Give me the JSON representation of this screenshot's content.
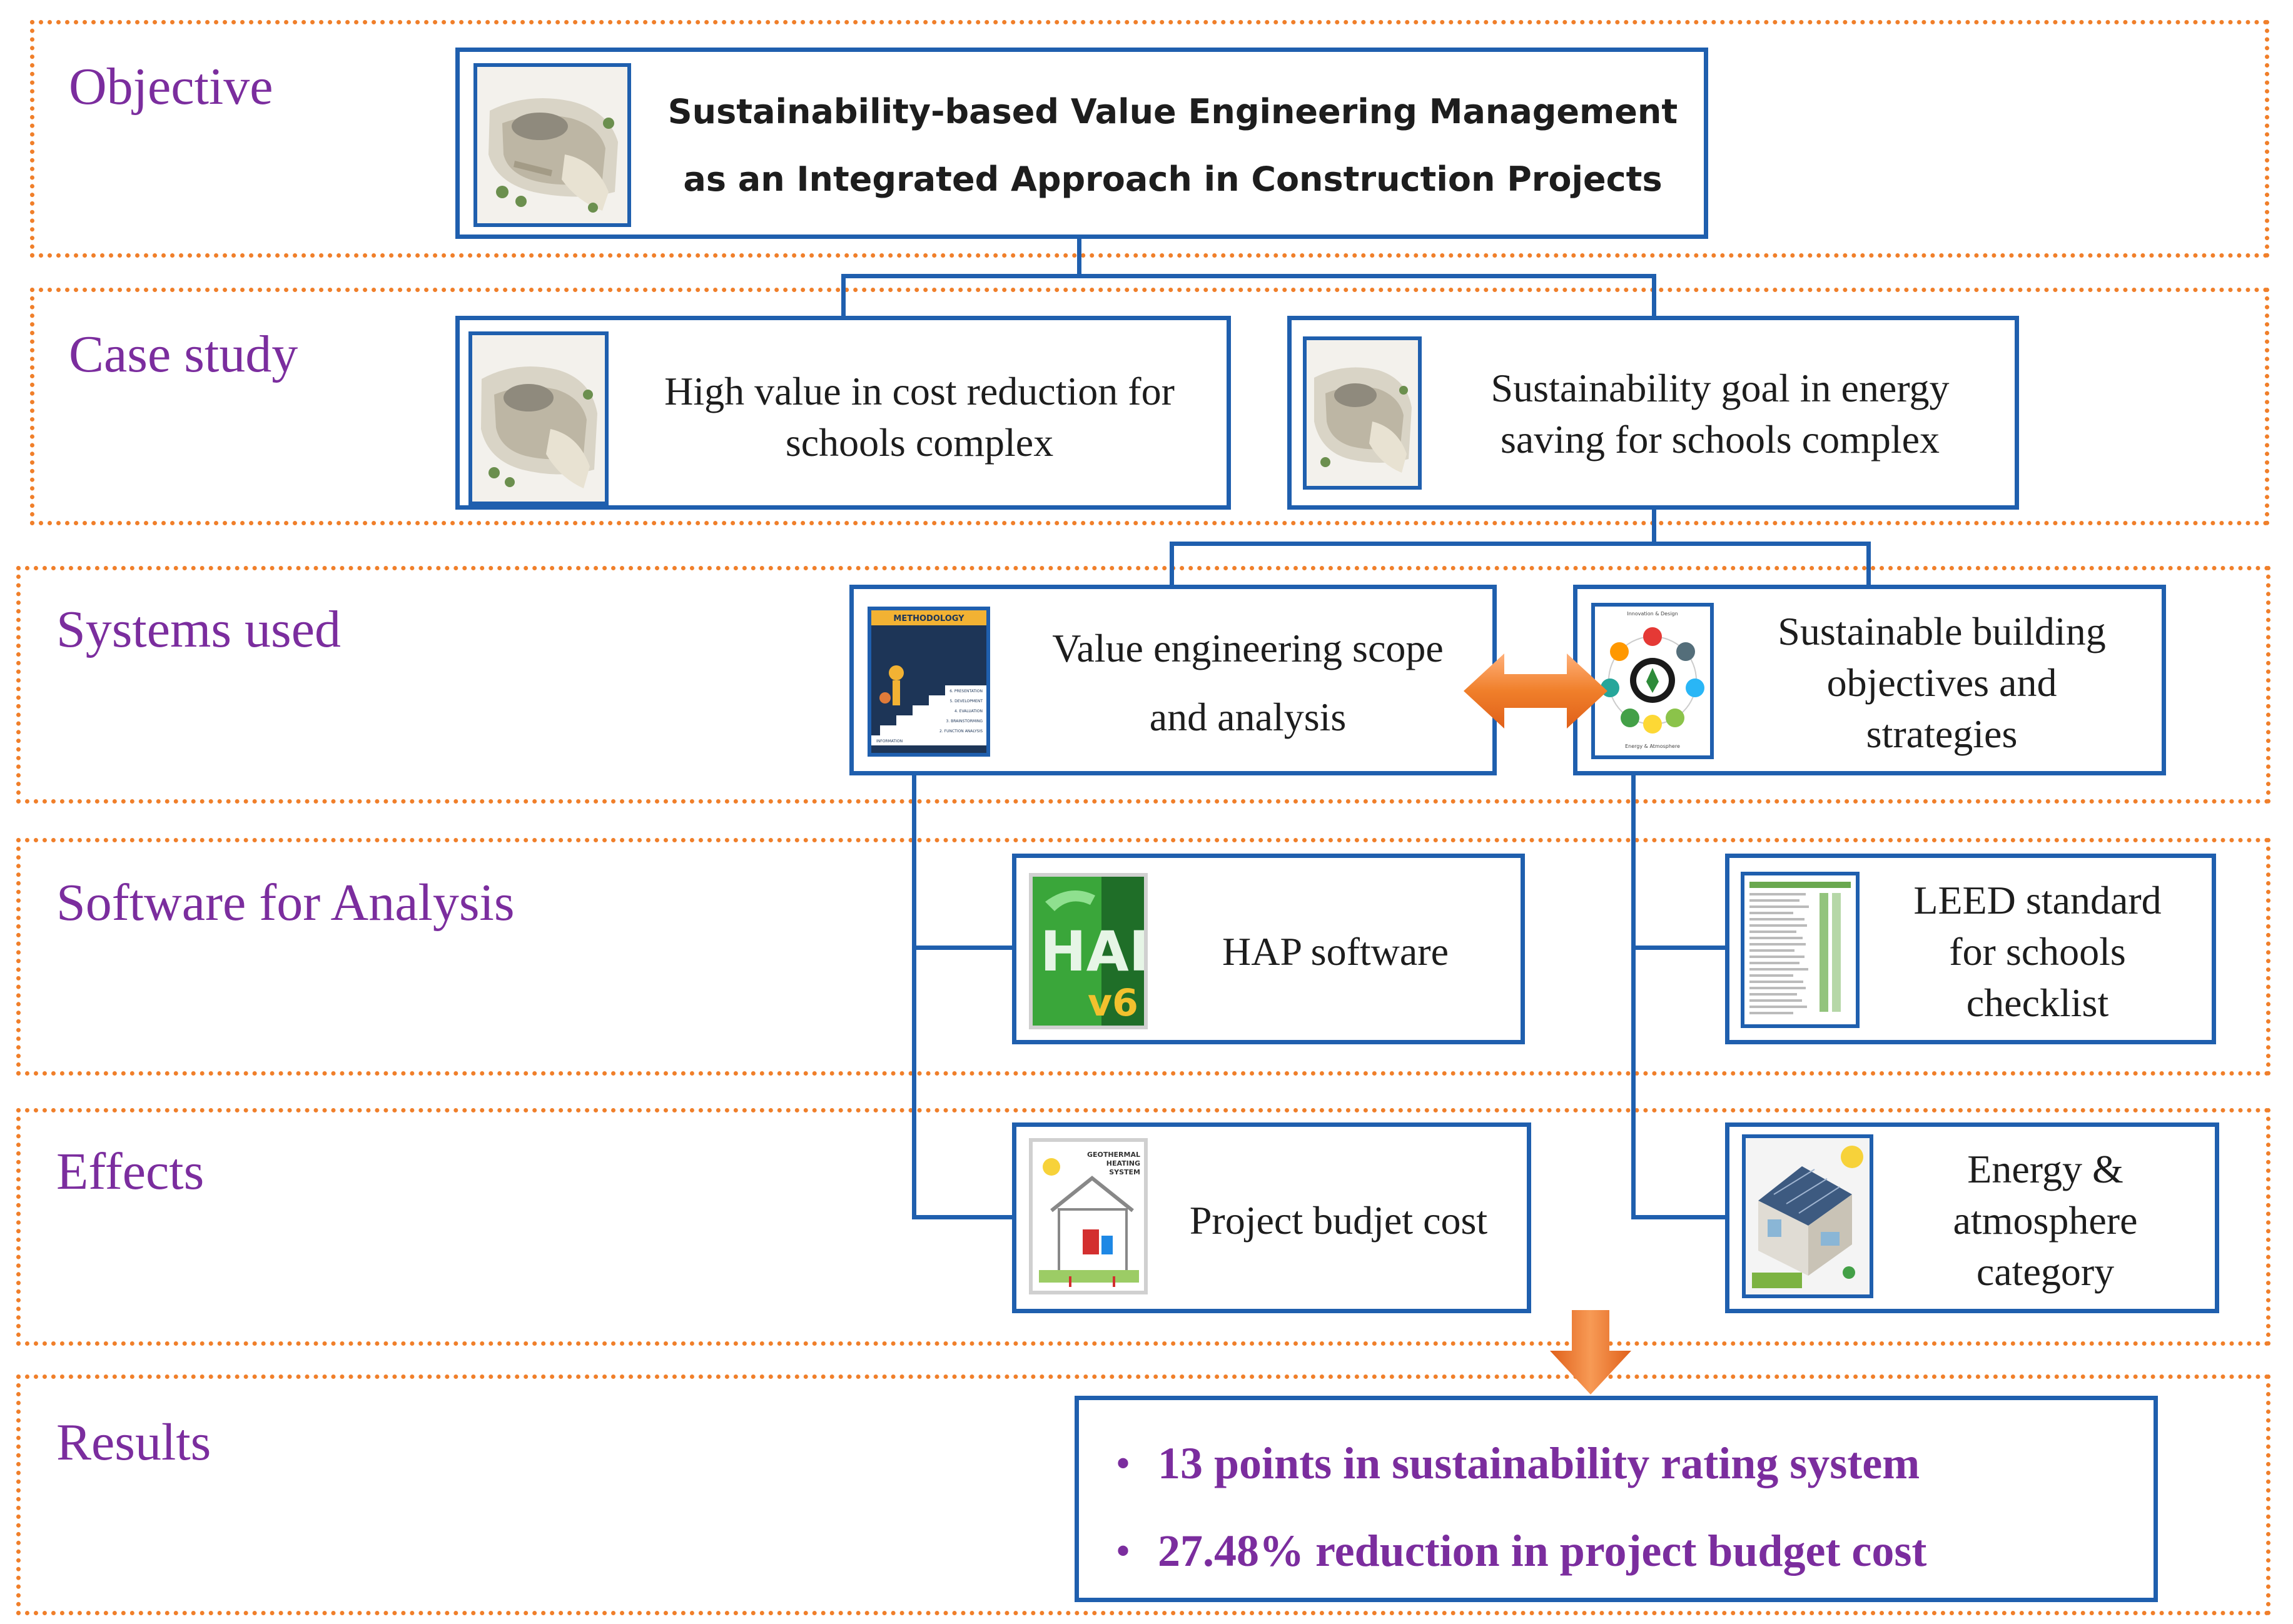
{
  "bands": {
    "objective": "Objective",
    "case_study": "Case study",
    "systems_used": "Systems used",
    "software": "Software for Analysis",
    "effects": "Effects",
    "results": "Results"
  },
  "objective_box": {
    "line1": "Sustainability-based Value Engineering Management",
    "line2": "as an Integrated Approach in Construction Projects"
  },
  "case_study": {
    "left_line1": "High value in cost reduction for",
    "left_line2": "schools complex",
    "right_line1": "Sustainability goal in energy",
    "right_line2": "saving for schools complex"
  },
  "systems": {
    "left_line1": "Value engineering scope",
    "left_line2": "and analysis",
    "right_line1": "Sustainable building",
    "right_line2": "objectives and",
    "right_line3": "strategies",
    "methodology_title": "METHODOLOGY",
    "methodology_steps": [
      "6. PRESENTATION",
      "5. DEVELOPMENT",
      "4. EVALUATION",
      "3. BRAINSTORMING",
      "2. FUNCTION ANALYSIS",
      "INFORMATION"
    ],
    "wheel_labels": {
      "top": "Innovation & Design",
      "bottom": "Energy & Atmosphere"
    }
  },
  "software": {
    "left": "HAP software",
    "hap_logo": "HAP",
    "hap_version": "v6",
    "right_line1": "LEED standard",
    "right_line2": "for schools",
    "right_line3": "checklist"
  },
  "effects": {
    "left": "Project budjet cost",
    "geothermal_label1": "GEOTHERMAL",
    "geothermal_label2": "HEATING",
    "geothermal_label3": "SYSTEM",
    "right_line1": "Energy &",
    "right_line2": "atmosphere",
    "right_line3": "category"
  },
  "results": {
    "bullet": "•",
    "item1": "13 points in sustainability rating system",
    "item2": "27.48% reduction in project budget cost"
  },
  "colors": {
    "band_border": "#f07f2a",
    "label": "#7b2d9e",
    "box_border": "#1f5fae",
    "arrow": "#f07f2a",
    "results_text": "#7b2d9e"
  }
}
